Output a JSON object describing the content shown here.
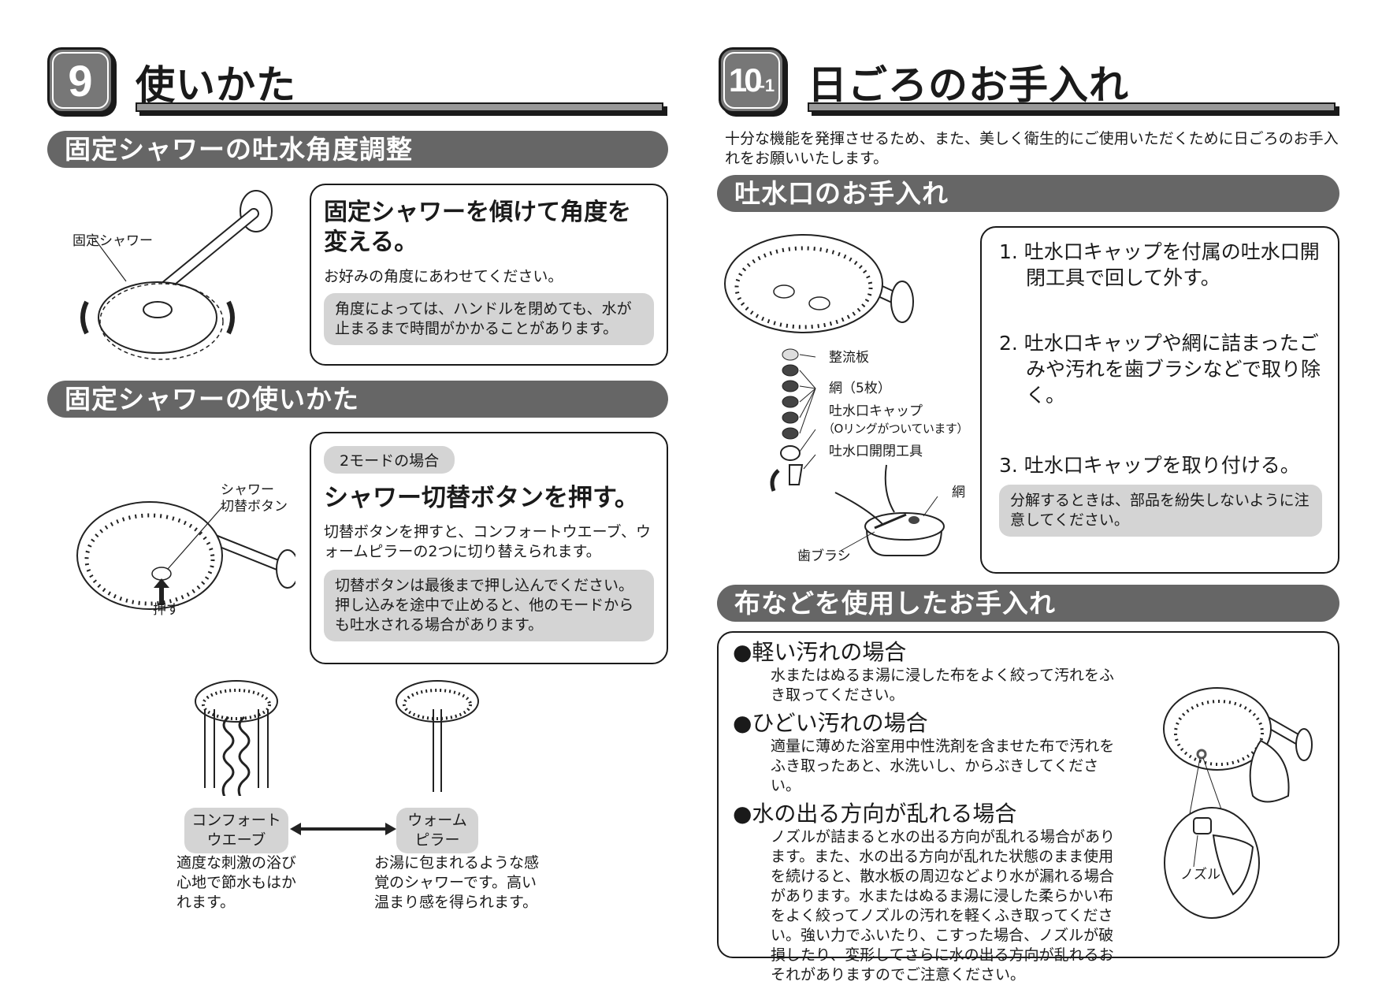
{
  "left": {
    "badge": "9",
    "title": "使いかた",
    "section1": {
      "header": "固定シャワーの吐水角度調整",
      "figure_label": "固定シャワー",
      "heading": "固定シャワーを傾けて角度を変える。",
      "text": "お好みの角度にあわせてください。",
      "note": "角度によっては、ハンドルを閉めても、水が止まるまで時間がかかることがあります。"
    },
    "section2": {
      "header": "固定シャワーの使いかた",
      "mode_pill": "2モードの場合",
      "figure_label_button": "シャワー\n切替ボタン",
      "figure_label_push": "押す",
      "heading": "シャワー切替ボタンを押す。",
      "text": "切替ボタンを押すと、コンフォートウエーブ、ウォームピラーの2つに切り替えられます。",
      "note": "切替ボタンは最後まで押し込んでください。押し込みを途中で止めると、他のモードからも吐水される場合があります。",
      "modes": [
        {
          "label": "コンフォート\nウエーブ",
          "desc": "適度な刺激の浴び心地で節水もはかれます。"
        },
        {
          "label": "ウォーム\nピラー",
          "desc": "お湯に包まれるような感覚のシャワーです。高い温まり感を得られます。"
        }
      ]
    }
  },
  "right": {
    "badge_main": "10",
    "badge_sub": "-1",
    "title": "日ごろのお手入れ",
    "intro": "十分な機能を発揮させるため、また、美しく衛生的にご使用いただくために日ごろのお手入れをお願いいたします。",
    "section1": {
      "header": "吐水口のお手入れ",
      "parts": [
        "整流板",
        "網（5枚）",
        "吐水口キャップ",
        "（Oリングがついています）",
        "吐水口開閉工具",
        "網",
        "歯ブラシ"
      ],
      "steps": [
        "1. 吐水口キャップを付属の吐水口開閉工具で回して外す。",
        "2. 吐水口キャップや網に詰まったごみや汚れを歯ブラシなどで取り除く。",
        "3. 吐水口キャップを取り付ける。"
      ],
      "note": "分解するときは、部品を紛失しないように注意してください。"
    },
    "section2": {
      "header": "布などを使用したお手入れ",
      "items": [
        {
          "heading": "●軽い汚れの場合",
          "text": "水またはぬるま湯に浸した布をよく絞って汚れをふき取ってください。"
        },
        {
          "heading": "●ひどい汚れの場合",
          "text": "適量に薄めた浴室用中性洗剤を含ませた布で汚れをふき取ったあと、水洗いし、からぶきしてください。"
        },
        {
          "heading": "●水の出る方向が乱れる場合",
          "text": "ノズルが詰まると水の出る方向が乱れる場合があります。また、水の出る方向が乱れた状態のまま使用を続けると、散水板の周辺などより水が漏れる場合があります。水またはぬるま湯に浸した柔らかい布をよく絞ってノズルの汚れを軽くふき取ってください。強い力でふいたり、こすった場合、ノズルが破損したり、変形してさらに水の出る方向が乱れるおそれがありますのでご注意ください。"
        }
      ],
      "figure_label": "ノズル"
    }
  }
}
